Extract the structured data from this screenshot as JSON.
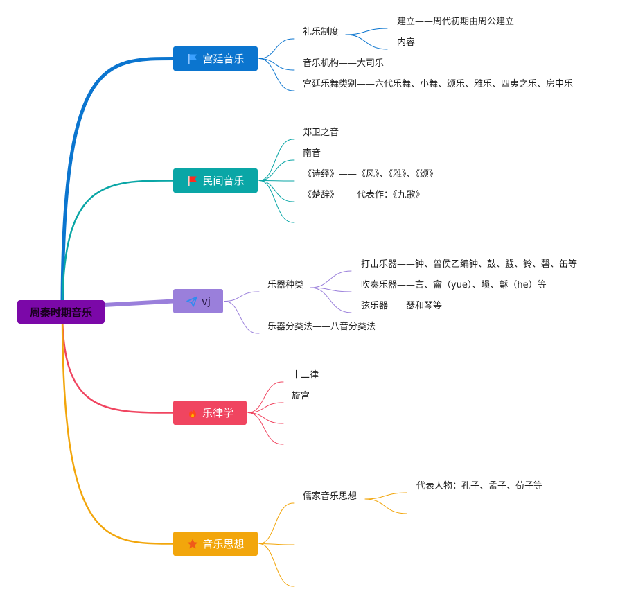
{
  "colors": {
    "root": "#7b08a8",
    "b1": "#0b75cf",
    "b2": "#0aa6a6",
    "b3": "#9a7fdb",
    "b4": "#f04560",
    "b5": "#f2a60c"
  },
  "root": {
    "label": "周秦时期音乐"
  },
  "branches": [
    {
      "label": "宫廷音乐",
      "icon": "blue-flag-icon",
      "children": [
        {
          "label": "礼乐制度",
          "children": [
            "建立——周代初期由周公建立",
            "内容"
          ]
        },
        {
          "label": "音乐机构——大司乐"
        },
        {
          "label": "宫廷乐舞类别——六代乐舞、小舞、颂乐、雅乐、四夷之乐、房中乐"
        }
      ]
    },
    {
      "label": "民间音乐",
      "icon": "red-flag-icon",
      "children": [
        {
          "label": "郑卫之音"
        },
        {
          "label": "南音"
        },
        {
          "label": "《诗经》——《风》、《雅》、《颂》"
        },
        {
          "label": "《楚辞》——代表作：《九歌》"
        },
        {
          "label": ""
        }
      ]
    },
    {
      "label": "vj",
      "icon": "paper-plane-icon",
      "children": [
        {
          "label": "乐器种类",
          "children": [
            "打击乐器——钟、曾侯乙编钟、鼓、鼗、铃、磬、缶等",
            "吹奏乐器——言、龠（yue）、埙、龢（he）等",
            "弦乐器——瑟和琴等"
          ]
        },
        {
          "label": "乐器分类法——八音分类法"
        }
      ]
    },
    {
      "label": "乐律学",
      "icon": "fire-icon",
      "children": [
        {
          "label": "十二律"
        },
        {
          "label": "旋宫"
        },
        {
          "label": ""
        },
        {
          "label": ""
        }
      ]
    },
    {
      "label": "音乐思想",
      "icon": "star-icon",
      "children": [
        {
          "label": "儒家音乐思想",
          "children": [
            "代表人物：孔子、孟子、荀子等",
            ""
          ]
        },
        {
          "label": ""
        },
        {
          "label": ""
        }
      ]
    }
  ]
}
